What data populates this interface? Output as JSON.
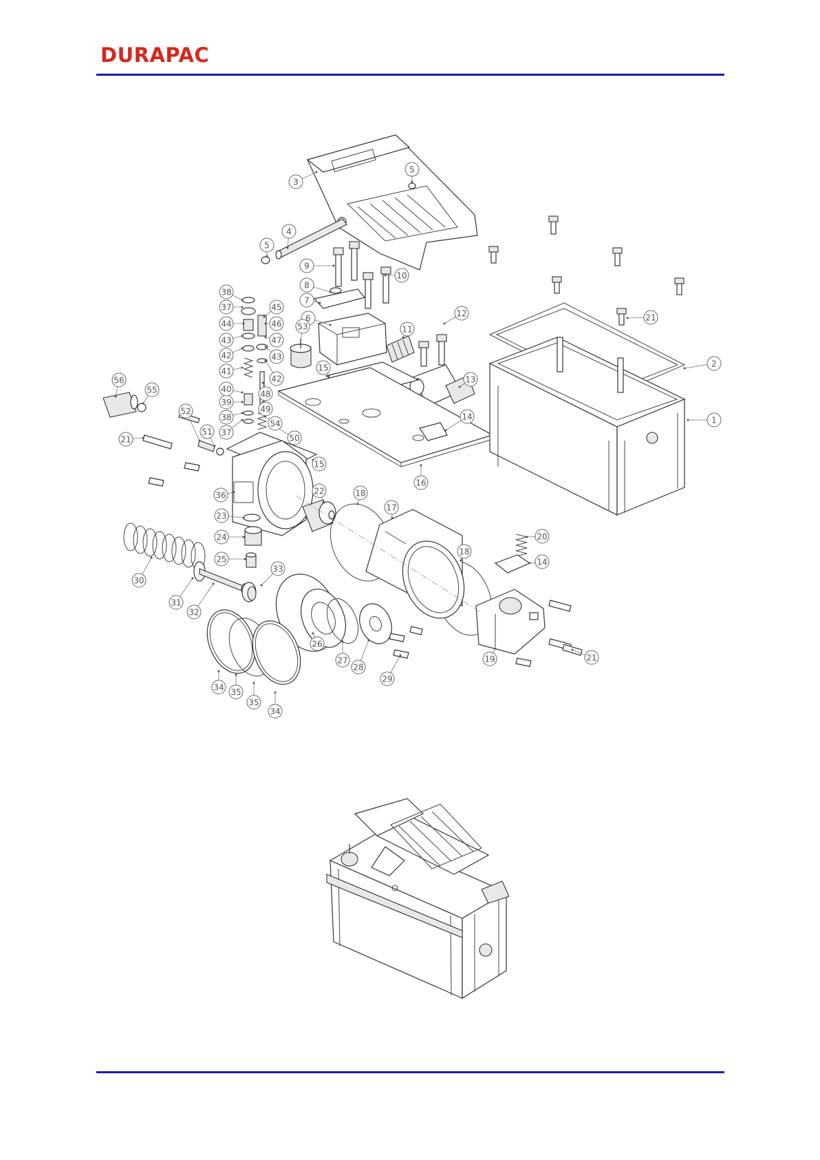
{
  "header": {
    "logo_text": "DURAPAC",
    "brand_color": "#d9261c",
    "rule_color": "#1a1ab0"
  },
  "diagram": {
    "callouts": [
      {
        "id": "1",
        "label": "1"
      },
      {
        "id": "2",
        "label": "2"
      },
      {
        "id": "3",
        "label": "3"
      },
      {
        "id": "4",
        "label": "4"
      },
      {
        "id": "5a",
        "label": "5"
      },
      {
        "id": "5b",
        "label": "5"
      },
      {
        "id": "6",
        "label": "6"
      },
      {
        "id": "7",
        "label": "7"
      },
      {
        "id": "8",
        "label": "8"
      },
      {
        "id": "9",
        "label": "9"
      },
      {
        "id": "10",
        "label": "10"
      },
      {
        "id": "11",
        "label": "11"
      },
      {
        "id": "12",
        "label": "12"
      },
      {
        "id": "13",
        "label": "13"
      },
      {
        "id": "14a",
        "label": "14"
      },
      {
        "id": "14b",
        "label": "14"
      },
      {
        "id": "15a",
        "label": "15"
      },
      {
        "id": "15b",
        "label": "15"
      },
      {
        "id": "16",
        "label": "16"
      },
      {
        "id": "17",
        "label": "17"
      },
      {
        "id": "18a",
        "label": "18"
      },
      {
        "id": "18b",
        "label": "18"
      },
      {
        "id": "19",
        "label": "19"
      },
      {
        "id": "20",
        "label": "20"
      },
      {
        "id": "21a",
        "label": "21"
      },
      {
        "id": "21b",
        "label": "21"
      },
      {
        "id": "21c",
        "label": "21"
      },
      {
        "id": "22",
        "label": "22"
      },
      {
        "id": "23",
        "label": "23"
      },
      {
        "id": "24",
        "label": "24"
      },
      {
        "id": "25",
        "label": "25"
      },
      {
        "id": "26",
        "label": "26"
      },
      {
        "id": "27",
        "label": "27"
      },
      {
        "id": "28",
        "label": "28"
      },
      {
        "id": "29",
        "label": "29"
      },
      {
        "id": "30",
        "label": "30"
      },
      {
        "id": "31",
        "label": "31"
      },
      {
        "id": "32",
        "label": "32"
      },
      {
        "id": "33",
        "label": "33"
      },
      {
        "id": "34a",
        "label": "34"
      },
      {
        "id": "34b",
        "label": "34"
      },
      {
        "id": "35a",
        "label": "35"
      },
      {
        "id": "35b",
        "label": "35"
      },
      {
        "id": "36",
        "label": "36"
      },
      {
        "id": "37a",
        "label": "37"
      },
      {
        "id": "37b",
        "label": "37"
      },
      {
        "id": "38a",
        "label": "38"
      },
      {
        "id": "38b",
        "label": "38"
      },
      {
        "id": "39",
        "label": "39"
      },
      {
        "id": "40",
        "label": "40"
      },
      {
        "id": "41",
        "label": "41"
      },
      {
        "id": "42a",
        "label": "42"
      },
      {
        "id": "42b",
        "label": "42"
      },
      {
        "id": "43a",
        "label": "43"
      },
      {
        "id": "43b",
        "label": "43"
      },
      {
        "id": "44",
        "label": "44"
      },
      {
        "id": "45",
        "label": "45"
      },
      {
        "id": "46",
        "label": "46"
      },
      {
        "id": "47",
        "label": "47"
      },
      {
        "id": "48",
        "label": "48"
      },
      {
        "id": "49",
        "label": "49"
      },
      {
        "id": "50",
        "label": "50"
      },
      {
        "id": "51",
        "label": "51"
      },
      {
        "id": "52",
        "label": "52"
      },
      {
        "id": "53",
        "label": "53"
      },
      {
        "id": "54",
        "label": "54"
      },
      {
        "id": "55",
        "label": "55"
      },
      {
        "id": "56",
        "label": "56"
      }
    ]
  }
}
